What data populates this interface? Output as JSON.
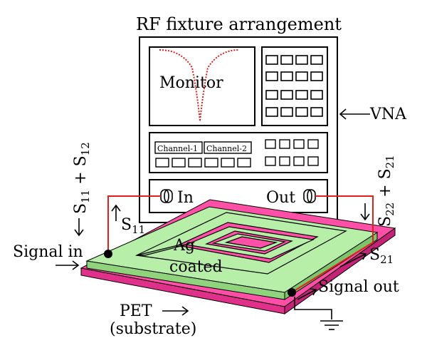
{
  "title": "RF fixture arrangement",
  "monitor_label": "Monitor",
  "vna_label": "VNA",
  "channel_1_label": "Channel-1",
  "channel_2_label": "Channel-2",
  "port_in_label": "In",
  "port_out_label": "Out",
  "s_left_vertical": {
    "a": "S",
    "a_sub": "11",
    "plus": " + ",
    "b": "S",
    "b_sub": "12"
  },
  "s_right_vertical": {
    "a": "S",
    "a_sub": "22",
    "plus": " + ",
    "b": "S",
    "b_sub": "21"
  },
  "s11_label": {
    "main": "S",
    "sub": "11"
  },
  "s21_label": {
    "main": "S",
    "sub": "21"
  },
  "signal_in_label": "Signal in",
  "signal_out_label": "Signal out",
  "ag_label_line1": "Ag",
  "ag_label_line2": "coated",
  "pet_label": "PET",
  "substrate_label": "(substrate)",
  "colors": {
    "trace": "#e0201c",
    "green_layer": "#b8efa8",
    "pink_layer": "#ff4fa6",
    "pink_dark": "#e0308a"
  }
}
